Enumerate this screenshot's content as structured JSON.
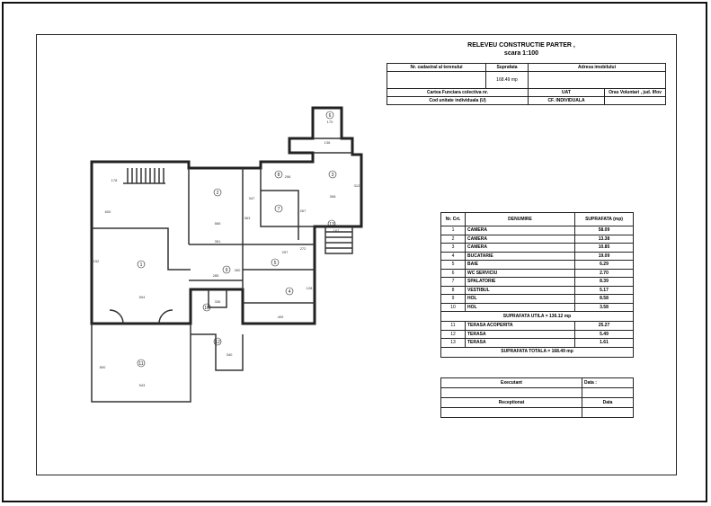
{
  "title_line1": "RELEVEU CONSTRUCTIE  PARTER ,",
  "title_line2": "scara 1:100",
  "info": {
    "cadastral_label": "Nr. cadastral al terenului",
    "surface_label": "Suprafata",
    "address_label": "Adresa imobilului",
    "surface_value": "168.49 mp",
    "cf_collective_label": "Cartea Funciara colectiva nr.",
    "uat_label": "UAT",
    "uat_value": "Oras Voluntari , jud. Ilfov",
    "unit_code_label": "Cod unitate individuala (U)",
    "cf_individual_label": "CF. INDIVIDUALA"
  },
  "rooms_table": {
    "headers": [
      "Nr. Crt.",
      "DENUMIRE",
      "SUPRAFATA (mp)"
    ],
    "rows": [
      {
        "nr": "1",
        "name": "CAMERA",
        "area": "58.09"
      },
      {
        "nr": "2",
        "name": "CAMERA",
        "area": "13.38"
      },
      {
        "nr": "3",
        "name": "CAMERA",
        "area": "10.85"
      },
      {
        "nr": "4",
        "name": "BUCATARIE",
        "area": "19.09"
      },
      {
        "nr": "5",
        "name": "BAIE",
        "area": "6.29"
      },
      {
        "nr": "6",
        "name": "WC  SERVICIU",
        "area": "2.70"
      },
      {
        "nr": "7",
        "name": "SPALATORIE",
        "area": "8.39"
      },
      {
        "nr": "8",
        "name": "VESTIBUL",
        "area": "5.17"
      },
      {
        "nr": "9",
        "name": "HOL",
        "area": "8.58"
      },
      {
        "nr": "10",
        "name": "HOL",
        "area": "3.58"
      }
    ],
    "useful_total": "SUPRAFATA UTILA = 136.12 mp",
    "terrace_rows": [
      {
        "nr": "11",
        "name": "TERASA ACOPERITA",
        "area": "25.27"
      },
      {
        "nr": "12",
        "name": "TERASA",
        "area": "5.49"
      },
      {
        "nr": "13",
        "name": "TERASA",
        "area": "1.61"
      }
    ],
    "grand_total": "SUPRAFATA TOTALA = 168.49 mp"
  },
  "signatures": {
    "executant": "Executant",
    "data1": "Data :",
    "receptionat": "Receptionat",
    "data2": "Data"
  },
  "plan": {
    "room_numbers": [
      "1",
      "2",
      "3",
      "4",
      "5",
      "6",
      "7",
      "8",
      "9",
      "10",
      "11",
      "12",
      "13"
    ],
    "dimensions": [
      "178",
      "600",
      "152",
      "504",
      "565",
      "347",
      "351",
      "363",
      "272",
      "285",
      "260",
      "336",
      "409",
      "340",
      "800",
      "543",
      "296",
      "170",
      "136",
      "167",
      "267",
      "312",
      "297",
      "308",
      "128"
    ]
  }
}
